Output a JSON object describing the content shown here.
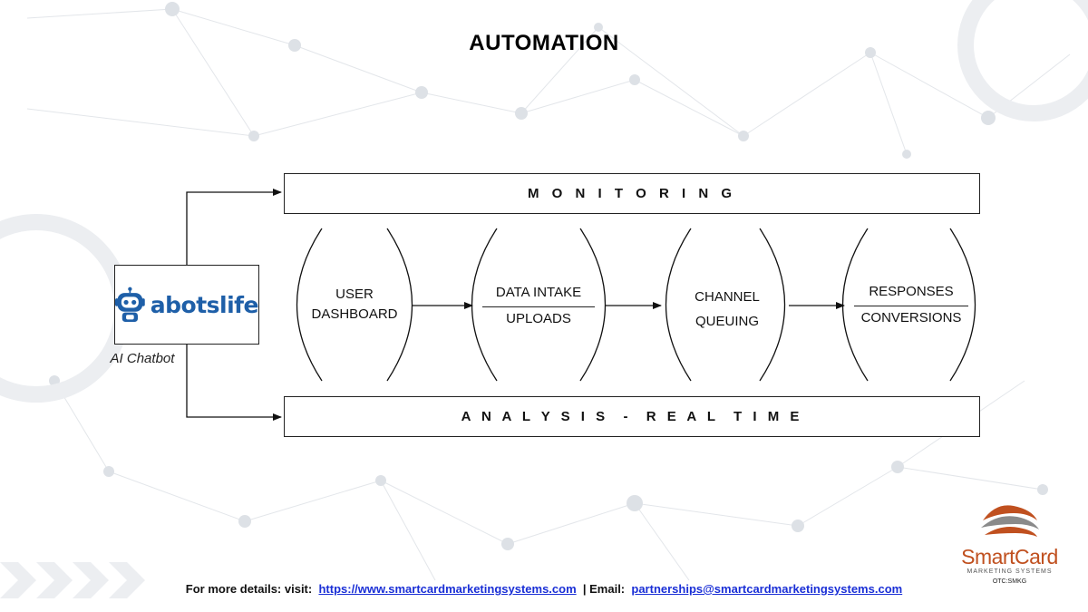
{
  "title": "AUTOMATION",
  "monitoring_label": "M O N I T O R I N G",
  "analysis_label": "A N A L Y S I S  -  R E A L  T I M E",
  "chatbot": {
    "logo_text": "abotslife",
    "caption": "AI Chatbot"
  },
  "stages": [
    {
      "top": "USER",
      "bottom": "DASHBOARD",
      "divided": false
    },
    {
      "top": "DATA INTAKE",
      "bottom": "UPLOADS",
      "divided": true
    },
    {
      "top": "CHANNEL",
      "bottom": "QUEUING",
      "divided": false
    },
    {
      "top": "RESPONSES",
      "bottom": "CONVERSIONS",
      "divided": true
    }
  ],
  "footer": {
    "prefix": "For more details: visit: ",
    "url": "https://www.smartcardmarketingsystems.com",
    "separator": " | Email: ",
    "email": "partnerships@smartcardmarketingsystems.com"
  },
  "brand": {
    "name": "SmartCard",
    "sub": "MARKETING SYSTEMS",
    "otc": "OTC:SMKG"
  },
  "colors": {
    "accent_blue": "#1e5fa8",
    "link_blue": "#1a2fd6",
    "brand_orange": "#c0501f",
    "brand_gray": "#8a8a8a"
  }
}
